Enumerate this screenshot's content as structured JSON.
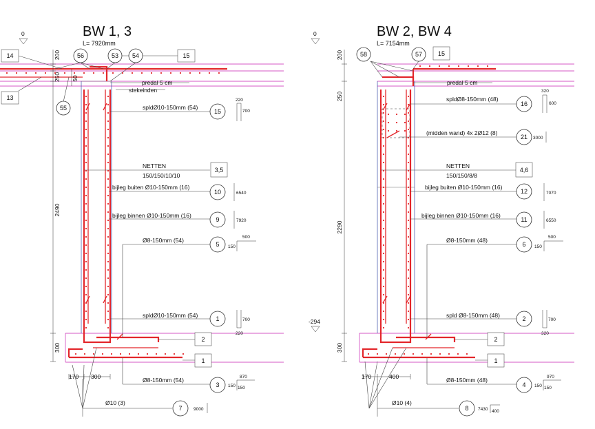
{
  "left": {
    "title": "BW 1, 3",
    "length": "L= 7920mm",
    "level_top": "0",
    "dims": [
      "200",
      "250",
      "50",
      "2490",
      "300",
      "170",
      "300"
    ],
    "boxes": [
      "14",
      "13",
      "15",
      "2",
      "1",
      "3,5"
    ],
    "circles": [
      "56",
      "53",
      "54",
      "55",
      "15",
      "10",
      "9",
      "5",
      "1",
      "3",
      "7"
    ],
    "labels": {
      "predal": "predal 5 cm",
      "stekeinden": "stekeinden",
      "spld_top": "spldØ10-150mm (54)",
      "netten": "NETTEN",
      "netten_spec": "150/150/10/10",
      "bijleg_buiten": "bijleg buiten Ø10-150mm (16)",
      "bijleg_binnen": "bijleg binnen Ø10-150mm (16)",
      "beugel": "Ø8-150mm (54)",
      "spld_bottom": "spldØ10-150mm (54)",
      "bottom_bars": "Ø8-150mm (54)",
      "diag_bars": "Ø10 (3)"
    },
    "shapes": {
      "s15": [
        "220",
        "700"
      ],
      "s10": "6540",
      "s9": "7920",
      "s5": [
        "500",
        "150"
      ],
      "s1": [
        "700",
        "220"
      ],
      "s3": [
        "870",
        "150",
        "150"
      ],
      "s7": "9000"
    }
  },
  "right": {
    "title": "BW 2, BW 4",
    "length": "L= 7154mm",
    "level_top": "0",
    "level_bottom": "-294",
    "dims": [
      "200",
      "250",
      "2290",
      "300",
      "170",
      "400"
    ],
    "boxes": [
      "15",
      "2",
      "1",
      "4,6"
    ],
    "circles": [
      "58",
      "57",
      "16",
      "21",
      "12",
      "11",
      "6",
      "2",
      "4",
      "8"
    ],
    "labels": {
      "predal": "predal 5 cm",
      "spld_top": "spldØ8-150mm (48)",
      "midden": "(midden wand) 4x 2Ø12 (8)",
      "netten": "NETTEN",
      "netten_spec": "150/150/8/8",
      "bijleg_buiten": "bijleg buiten Ø10-150mm (16)",
      "bijleg_binnen": "bijleg binnen Ø10-150mm (16)",
      "beugel": "Ø8-150mm (48)",
      "spld_bottom": "spld Ø8-150mm (48)",
      "bottom_bars": "Ø8-150mm (48)",
      "diag_bars": "Ø10 (4)"
    },
    "shapes": {
      "s16": [
        "320",
        "600"
      ],
      "s21": "3000",
      "s12": "7070",
      "s11": "6550",
      "s6": [
        "500",
        "150"
      ],
      "s2": [
        "700",
        "320"
      ],
      "s4": [
        "970",
        "150",
        "150"
      ],
      "s8": [
        "7430",
        "400"
      ]
    }
  },
  "colors": {
    "rebar": "#e3262b",
    "slab": "#d457c6",
    "concrete": "#5060b0"
  }
}
